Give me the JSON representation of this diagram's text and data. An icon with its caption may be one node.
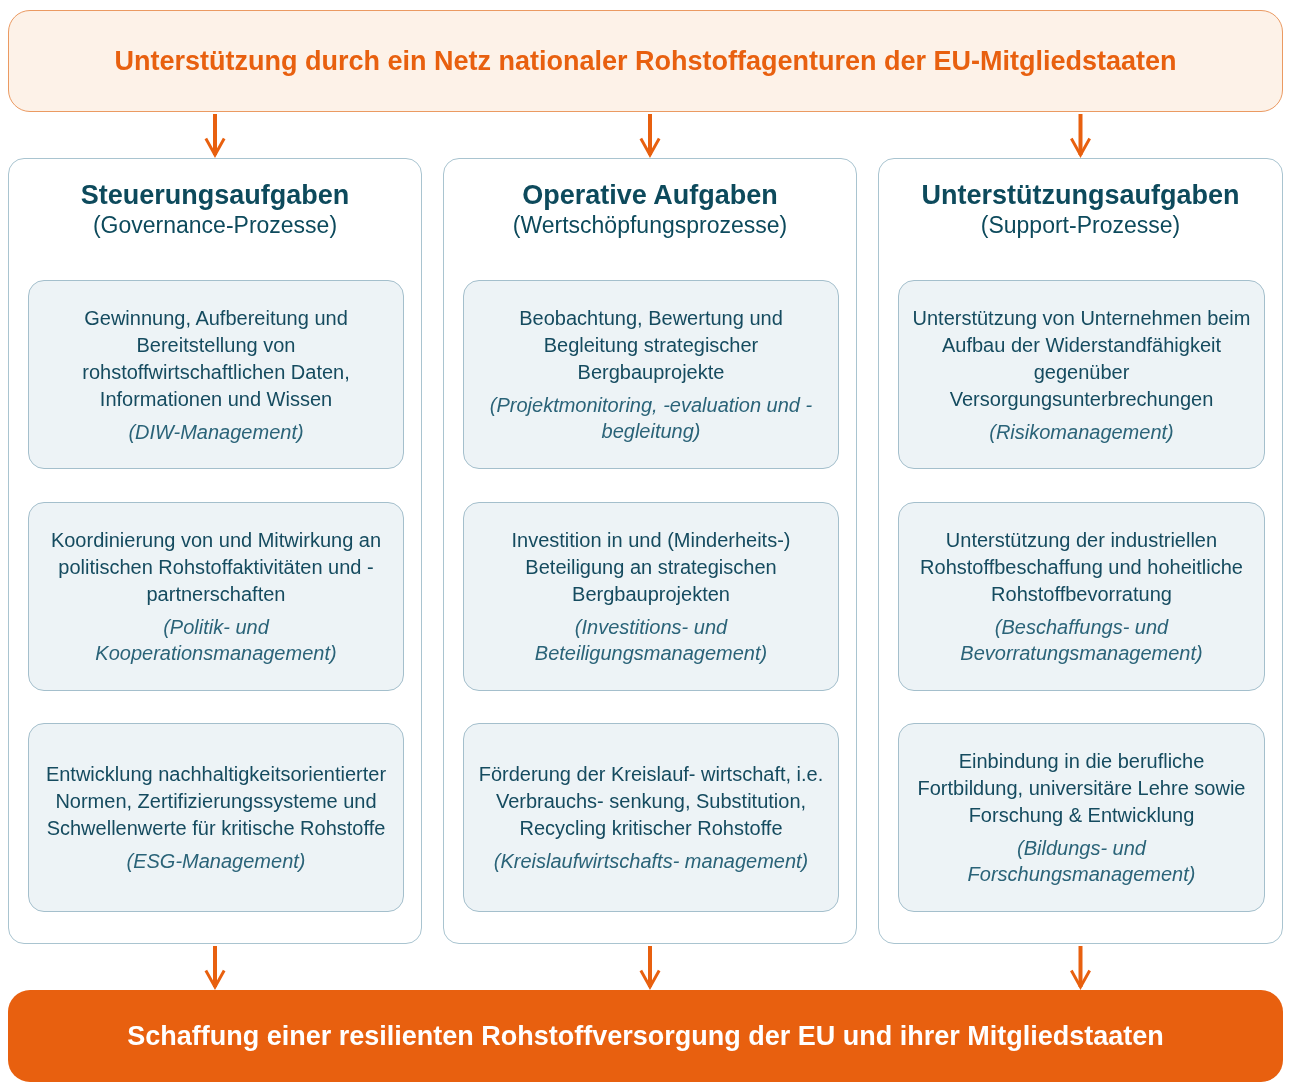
{
  "diagram": {
    "nodes": [
      {
        "text": [
          "Unterstützung durch ein Netz nationaler Rohstoffagenturen der EU-Mitgliedstaaten"
        ]
      },
      {
        "text": [
          "Steuerungsaufgaben",
          "(Governance-Prozesse)"
        ]
      },
      {
        "text": [
          "Gewinnung, Aufbereitung und Bereitstellung von rohstoffwirtschaftlichen Daten, Informationen und Wissen",
          "(DIW-Management)"
        ],
        "in": 1
      },
      {
        "text": [
          "Koordinierung von und Mitwirkung an politischen Rohstoffaktivitäten und -partnerschaften",
          "(Politik- und Kooperationsmanagement)"
        ],
        "in": 1
      },
      {
        "text": [
          "Entwicklung nachhaltigkeitsorientierter Normen, Zertifizierungssysteme und Schwellenwerte für kritische Rohstoffe",
          "(ESG-Management)"
        ],
        "in": 1
      },
      {
        "text": [
          "Operative Aufgaben",
          "(Wertschöpfungsprozesse)"
        ]
      },
      {
        "text": [
          "Beobachtung, Bewertung und Begleitung strategischer Bergbauprojekte",
          "(Projektmonitoring, -evaluation und -begleitung)"
        ],
        "in": 5
      },
      {
        "text": [
          "Investition in und (Minderheits-) Beteiligung an strategischen Bergbauprojekten",
          "(Investitions- und Beteiligungsmanagement)"
        ],
        "in": 5
      },
      {
        "text": [
          "Förderung der Kreislauf- wirtschaft, i.e. Verbrauchs- senkung, Substitution, Recycling kritischer Rohstoffe",
          "(Kreislaufwirtschafts- management)"
        ],
        "in": 5
      },
      {
        "text": [
          "Unterstützungsaufgaben",
          "(Support-Prozesse)"
        ]
      },
      {
        "text": [
          "Unterstützung von Unternehmen beim Aufbau der Widerstandfähigkeit gegenüber Versorgungsunterbrechungen",
          "(Risikomanagement)"
        ],
        "in": 9
      },
      {
        "text": [
          "Unterstützung der industriellen Rohstoffbeschaffung und hoheitliche Rohstoffbevorratung",
          "(Beschaffungs- und Bevorratungsmanagement)"
        ],
        "in": 9
      },
      {
        "text": [
          "Einbindung in die berufliche Fortbildung, universitäre Lehre sowie Forschung & Entwicklung",
          "(Bildungs- und Forschungsmanagement)"
        ],
        "in": 9
      },
      {
        "text": [
          "Schaffung einer resilienten Rohstoffversorgung der EU und ihrer Mitgliedstaaten"
        ]
      }
    ],
    "edges": [
      {
        "from": 0,
        "to": 1,
        "arrow": "to"
      },
      {
        "from": 0,
        "to": 5,
        "arrow": "to"
      },
      {
        "from": 0,
        "to": 9,
        "arrow": "to"
      },
      {
        "from": 1,
        "to": 13,
        "arrow": "to"
      },
      {
        "from": 5,
        "to": 13,
        "arrow": "to"
      },
      {
        "from": 9,
        "to": 13,
        "arrow": "to"
      }
    ]
  }
}
